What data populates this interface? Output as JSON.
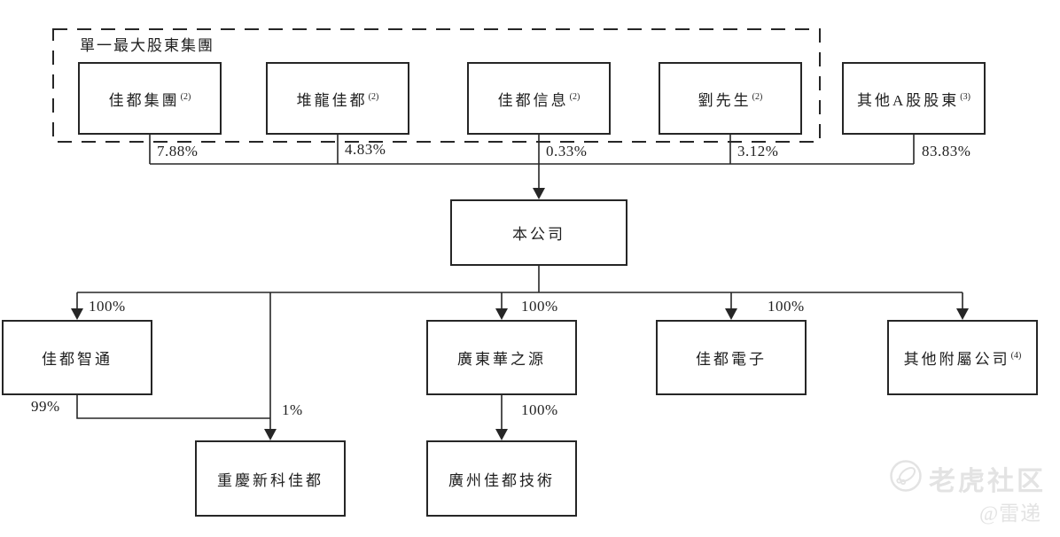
{
  "diagram": {
    "group_label": "單一最大股東集團",
    "shareholders": [
      {
        "name": "佳都集團",
        "note": "(2)",
        "stake": "7.88%"
      },
      {
        "name": "堆龍佳都",
        "note": "(2)",
        "stake": "4.83%"
      },
      {
        "name": "佳都信息",
        "note": "(2)",
        "stake": "0.33%"
      },
      {
        "name": "劉先生",
        "note": "(2)",
        "stake": "3.12%"
      },
      {
        "name": "其他A股股東",
        "note": "(3)",
        "stake": "83.83%"
      }
    ],
    "company": {
      "name": "本公司"
    },
    "subsidiaries": [
      {
        "name": "佳都智通",
        "stake": "100%"
      },
      {
        "name": "廣東華之源",
        "stake": "100%"
      },
      {
        "name": "佳都電子",
        "stake": "100%"
      },
      {
        "name": "其他附屬公司",
        "note": "(4)",
        "stake": ""
      }
    ],
    "sub_subsidiaries": [
      {
        "name": "重慶新科佳都",
        "stakes": {
          "from_jiadu_zhitong": "99%",
          "from_parent_company": "1%"
        }
      },
      {
        "name": "廣州佳都技術",
        "stakes": {
          "from_guangdong_huazhiyuan": "100%"
        }
      }
    ],
    "colors": {
      "line": "#262626",
      "watermark": "#e3e3e3"
    }
  },
  "watermark": {
    "icon": "tiger-logo-icon",
    "brand": "老虎社区",
    "author": "@雷递"
  }
}
